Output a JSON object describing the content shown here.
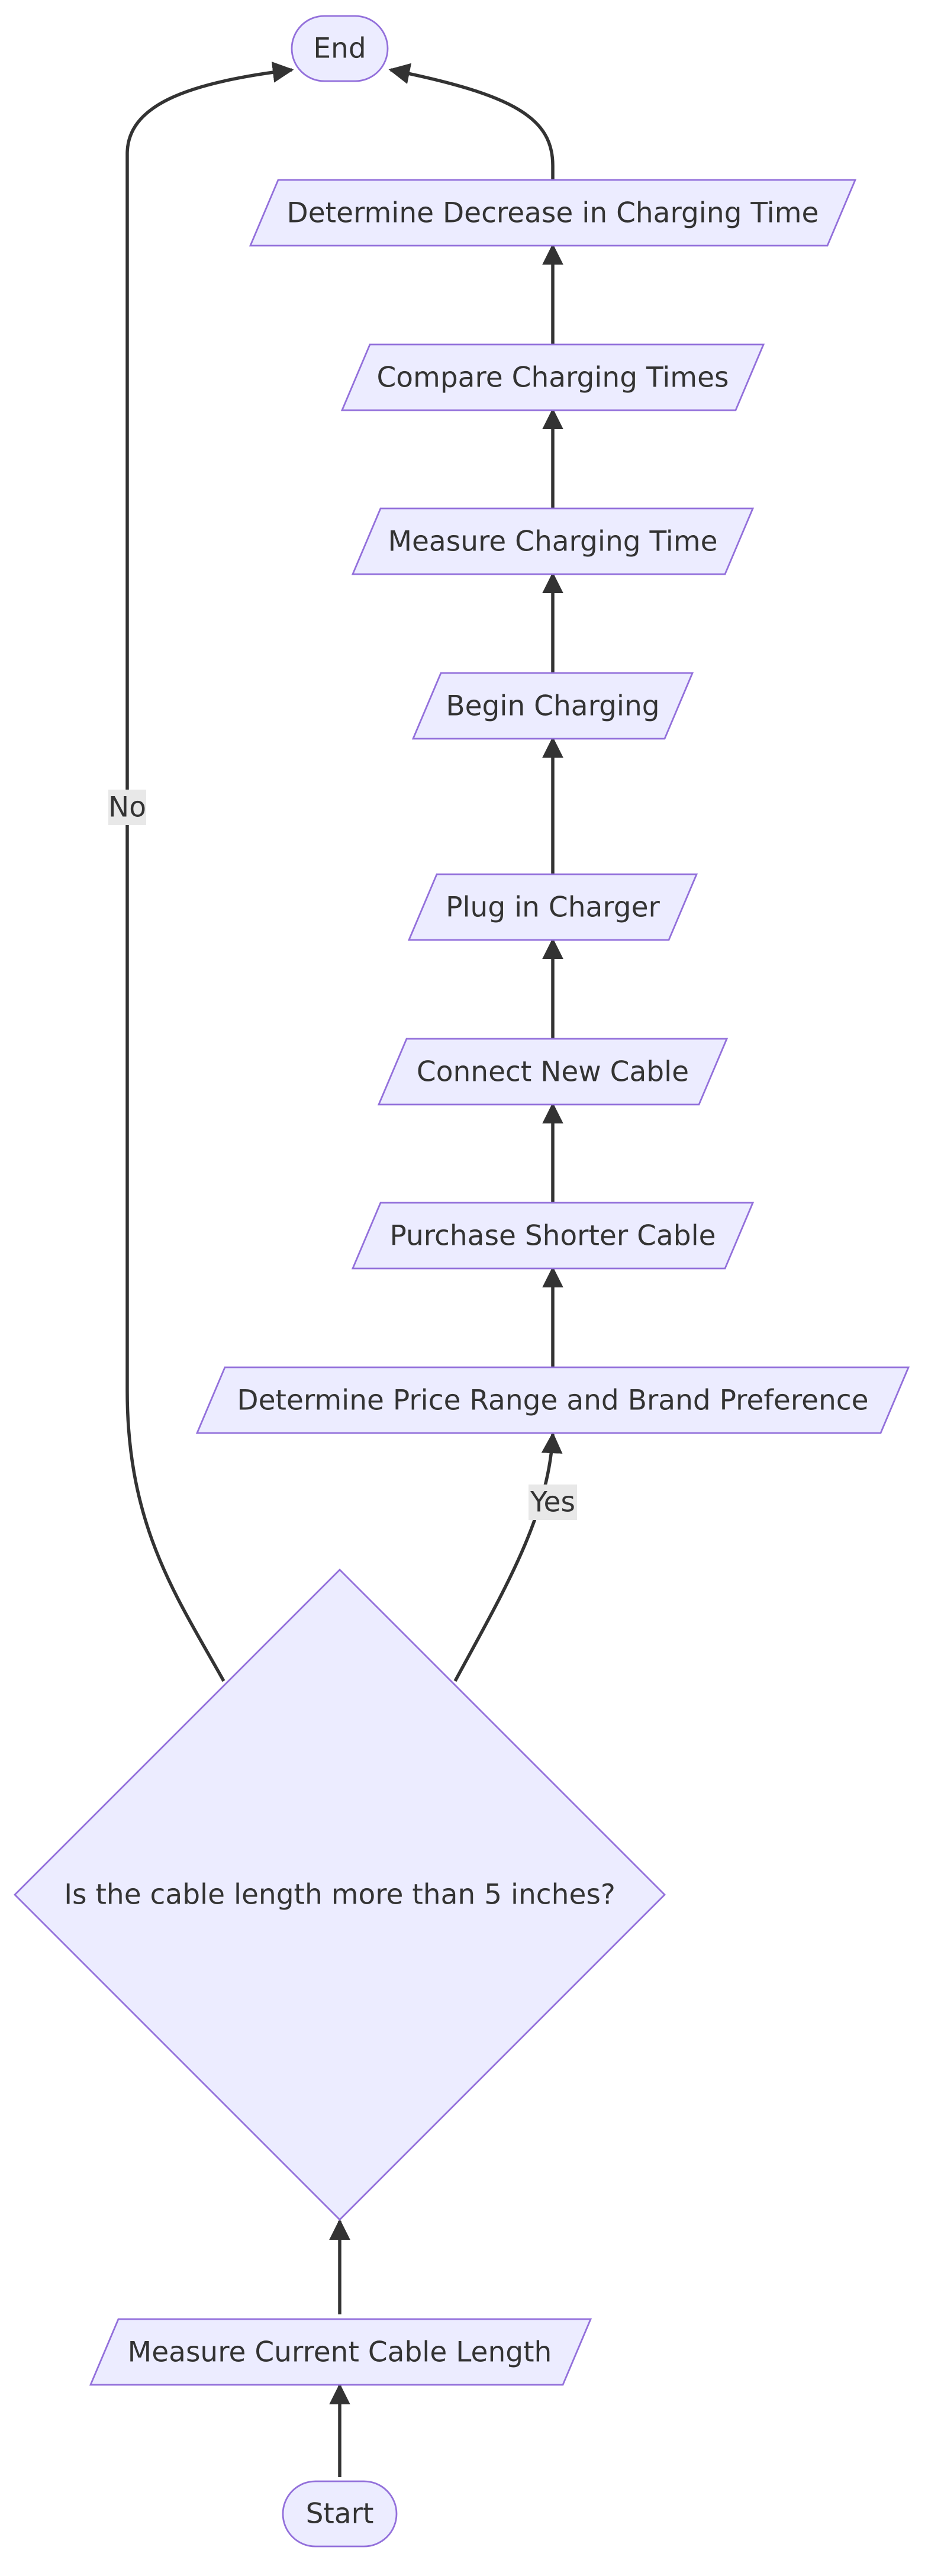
{
  "nodes": {
    "end": "End",
    "determine_decrease": "Determine Decrease in Charging Time",
    "compare_times": "Compare Charging Times",
    "measure_time": "Measure Charging Time",
    "begin_charging": "Begin Charging",
    "plug_in": "Plug in Charger",
    "connect_cable": "Connect New Cable",
    "purchase_cable": "Purchase Shorter Cable",
    "price_range": "Determine Price Range and Brand Preference",
    "decision": "Is the cable length more than 5 inches?",
    "measure_length": "Measure Current Cable Length",
    "start": "Start"
  },
  "edge_labels": {
    "yes": "Yes",
    "no": "No"
  },
  "colors": {
    "node_fill": "#ECECFF",
    "node_stroke": "#9370DB",
    "edge": "#333333",
    "text": "#333333",
    "edge_label_bg": "#e8e8e8"
  }
}
